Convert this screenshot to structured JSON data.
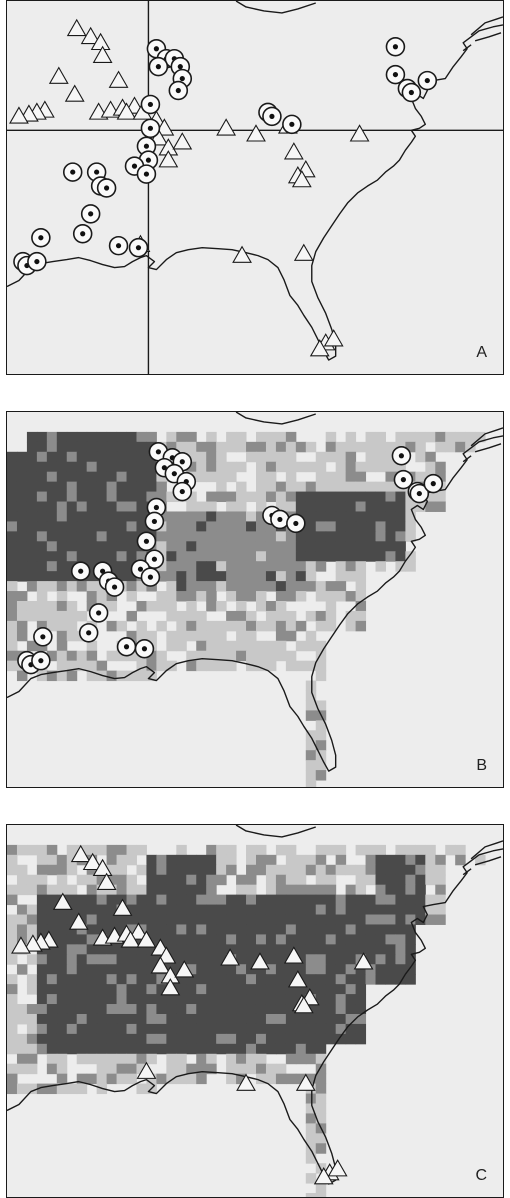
{
  "panels": [
    {
      "id": "a",
      "label": "A",
      "markers": [
        "circles",
        "triangles"
      ],
      "layer": "none",
      "crosshair": true
    },
    {
      "id": "b",
      "label": "B",
      "markers": [
        "circles"
      ],
      "layer": "suitability-b",
      "crosshair": false
    },
    {
      "id": "c",
      "label": "C",
      "markers": [
        "triangles"
      ],
      "layer": "suitability-c",
      "crosshair": false
    }
  ],
  "colors": {
    "background": "#ededed",
    "coast": "#1a1a1a",
    "dark_cell": "#4a4a4a",
    "mid_cell": "#8c8c8c",
    "light_cell": "#c8c8c8"
  },
  "icons": {
    "circle_marker": "circle-dot-icon",
    "triangle_marker": "triangle-icon"
  }
}
